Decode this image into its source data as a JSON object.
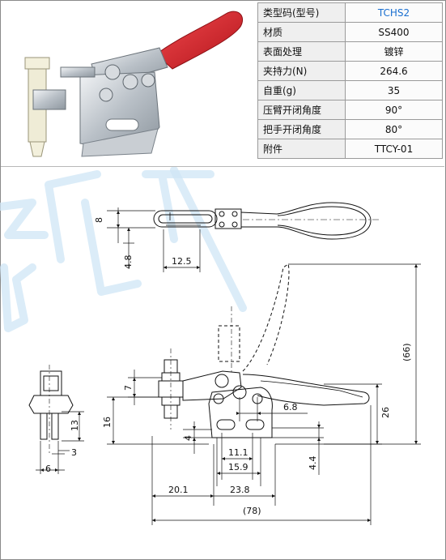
{
  "spec_table": {
    "rows": [
      {
        "label": "类型码(型号)",
        "value": "TCHS2"
      },
      {
        "label": "材质",
        "value": "SS400"
      },
      {
        "label": "表面处理",
        "value": "镀锌"
      },
      {
        "label": "夹持力(N)",
        "value": "264.6"
      },
      {
        "label": "自重(g)",
        "value": "35"
      },
      {
        "label": "压臂开闭角度",
        "value": "90°"
      },
      {
        "label": "把手开闭角度",
        "value": "80°"
      },
      {
        "label": "附件",
        "value": "TTCY-01"
      }
    ]
  },
  "colors": {
    "handle": "#d8242a",
    "accent": "#1a6fd0",
    "line": "#111111",
    "watermark": "#cfe6f5"
  },
  "drawing": {
    "dims": {
      "top_height": "8",
      "top_offset": "4.8",
      "top_width": "12.5",
      "side_width": "6",
      "side_offset": "3",
      "side_height": "13",
      "total_height": "16",
      "arm_height": "7",
      "hole_dim": "6.8",
      "base_4": "4",
      "slot_11": "11.1",
      "slot_15": "15.9",
      "base_44": "4.4",
      "dim_201": "20.1",
      "dim_238": "23.8",
      "total_length": "(78)",
      "height_26": "26",
      "height_66": "(66)"
    }
  }
}
